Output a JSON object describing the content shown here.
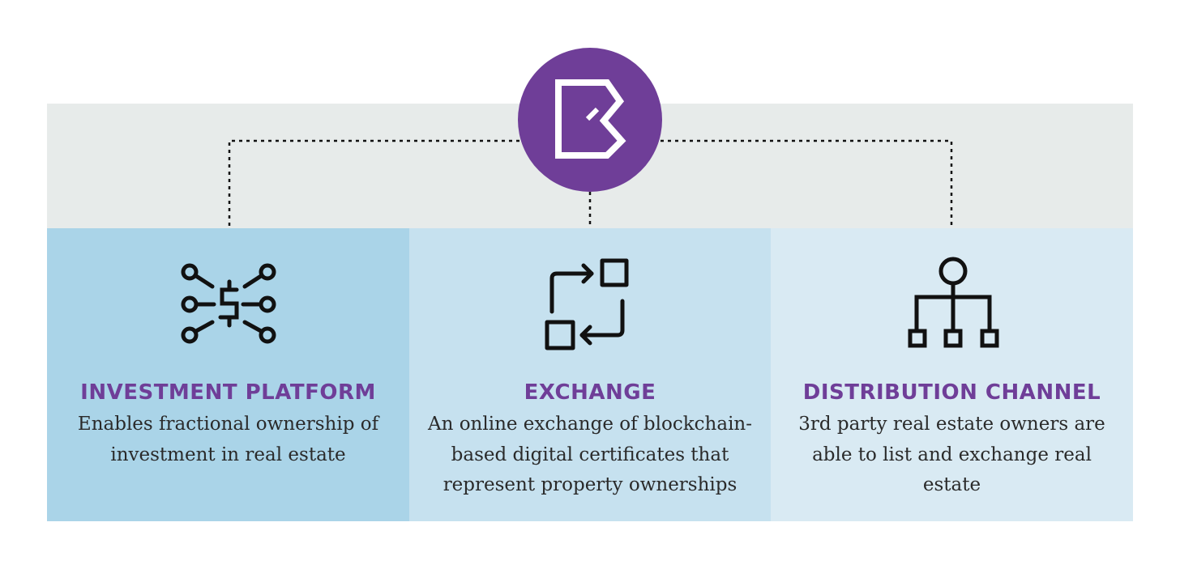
{
  "brand": {
    "logo_icon": "b-logo-icon",
    "logo_color": "#6f3e98",
    "title_color": "#6f3e98"
  },
  "panels": [
    {
      "icon": "dollar-network-icon",
      "title": "INVESTMENT PLATFORM",
      "description": "Enables fractional ownership of investment in real estate",
      "background": "#aad4e8"
    },
    {
      "icon": "exchange-arrows-icon",
      "title": "EXCHANGE",
      "description": "An online exchange of blockchain-based digital certificates that represent property ownerships",
      "background": "#c6e1ef"
    },
    {
      "icon": "org-chart-icon",
      "title": "DISTRIBUTION CHANNEL",
      "description": "3rd party real estate owners are able to list and exchange real estate",
      "background": "#d9eaf3"
    }
  ]
}
